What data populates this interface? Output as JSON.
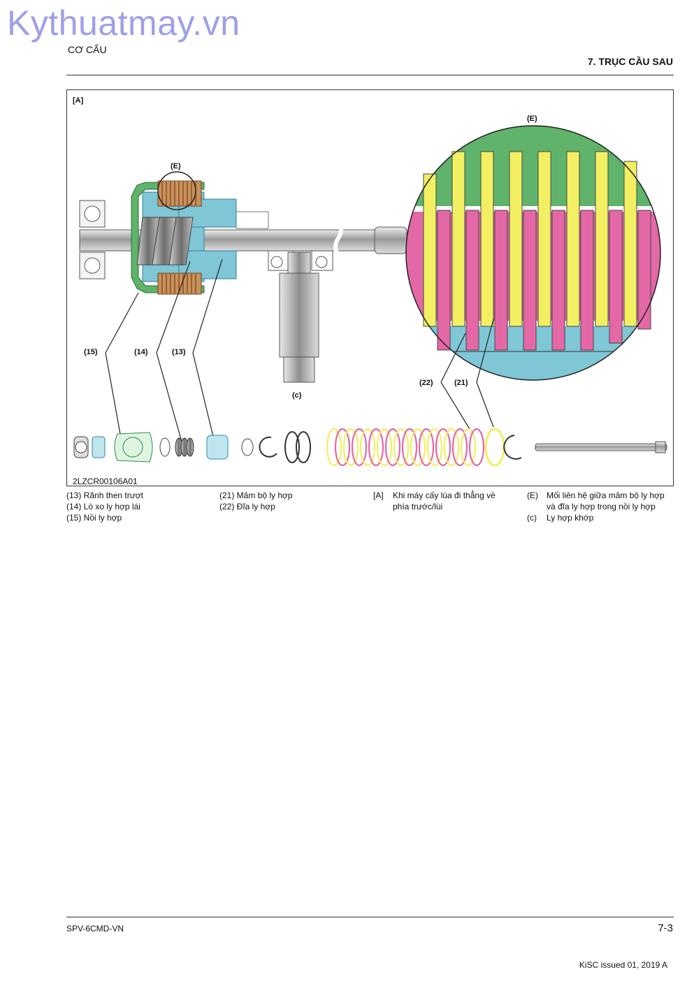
{
  "watermark": "Kythuatmay.vn",
  "header": {
    "section": "CƠ CẤU",
    "chapter": "7. TRỤC CẦU SAU"
  },
  "figure": {
    "tag_A": "[A]",
    "tag_E_small": "(E)",
    "tag_E_big": "(E)",
    "callout_15": "(15)",
    "callout_14": "(14)",
    "callout_13": "(13)",
    "callout_c": "(c)",
    "callout_22": "(22)",
    "callout_21": "(21)",
    "code": "2LZCR00106A01",
    "colors": {
      "housing": "#5fb36a",
      "hub": "#7fc6d6",
      "disc": "#e468a6",
      "plate": "#f2ef63",
      "shaft": "#a8a8a8"
    }
  },
  "legend": {
    "col1": [
      "(13) Rãnh then trượt",
      "(14) Lò xo ly hợp lái",
      "(15) Nồi ly hợp"
    ],
    "col2": [
      "(21) Mâm bộ ly hợp",
      "(22) Đĩa ly hợp"
    ],
    "col3": [
      {
        "key": "[A]",
        "text": "Khi máy cấy lúa đi thẳng về phía trước/lùi"
      }
    ],
    "col4": [
      {
        "key": "(E)",
        "text": "Mối liên hệ giữa mâm bộ ly hợp và đĩa ly hợp trong nồi ly hợp"
      },
      {
        "key": "(c)",
        "text": "Ly hợp khớp"
      }
    ]
  },
  "footer": {
    "doc_code": "SPV-6CMD-VN",
    "page": "7-3",
    "issued": "KiSC issued 01, 2019 A"
  }
}
